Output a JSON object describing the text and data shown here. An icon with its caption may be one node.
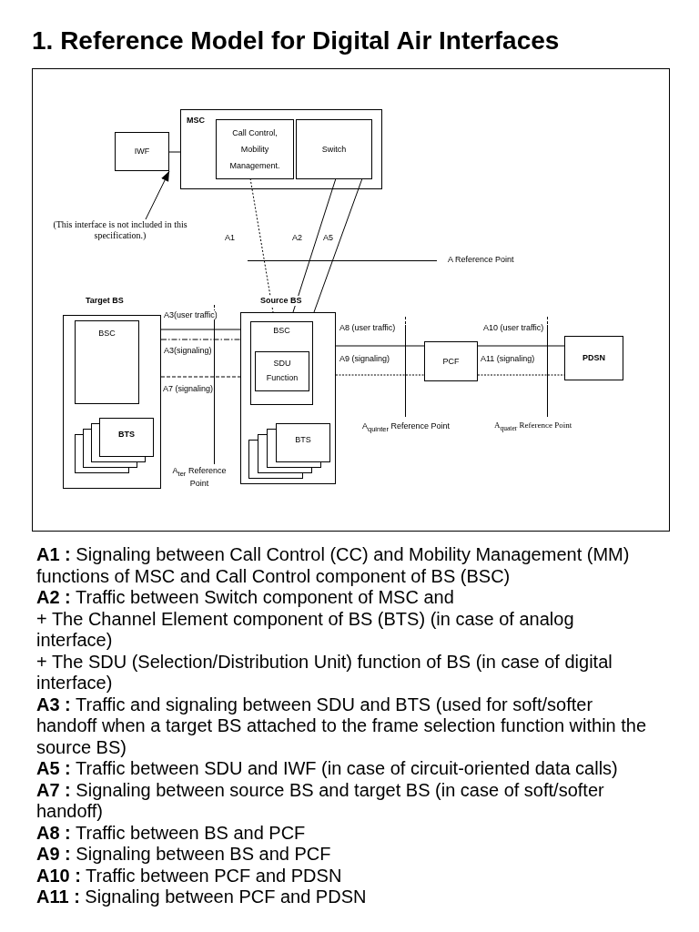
{
  "diagram": {
    "title": "1. Reference Model for Digital Air Interfaces",
    "nodes": [
      {
        "text": [
          "IWF"
        ]
      },
      {
        "text": [
          "MSC"
        ]
      },
      {
        "text": [
          "Call Control, Mobility Management."
        ],
        "in": 1
      },
      {
        "text": [
          "Switch"
        ],
        "in": 1
      },
      {
        "text": [
          "(This interface is not included in this specification.)"
        ]
      },
      {
        "text": [
          "Target BS"
        ]
      },
      {
        "text": [
          "BSC"
        ],
        "in": 5
      },
      {
        "text": [
          "BTS"
        ],
        "in": 5
      },
      {
        "text": [
          "Source BS"
        ]
      },
      {
        "text": [
          "BSC"
        ],
        "in": 8
      },
      {
        "text": [
          "SDU Function"
        ],
        "in": 9
      },
      {
        "text": [
          "BTS"
        ],
        "in": 8
      },
      {
        "text": [
          "PCF"
        ]
      },
      {
        "text": [
          "PDSN"
        ]
      }
    ],
    "edges": [
      {
        "from": 0,
        "to": 1,
        "arrow": "none"
      },
      {
        "from": 4,
        "to": 0,
        "arrow": "to"
      },
      {
        "from": 2,
        "to": 8,
        "arrow": "none",
        "label": "A1",
        "style": "dashed"
      },
      {
        "from": 3,
        "to": 8,
        "arrow": "none",
        "label": "A2"
      },
      {
        "from": 3,
        "to": 8,
        "arrow": "none",
        "label": "A5"
      },
      {
        "from": 5,
        "to": 8,
        "arrow": "none",
        "label": "A3(user traffic)"
      },
      {
        "from": 5,
        "to": 8,
        "arrow": "none",
        "label": "A3(signaling)",
        "style": "dashed"
      },
      {
        "from": 5,
        "to": 8,
        "arrow": "none",
        "label": "A7 (signaling)",
        "style": "dashed"
      },
      {
        "from": 8,
        "to": 12,
        "arrow": "none",
        "label": "A8 (user traffic)"
      },
      {
        "from": 8,
        "to": 12,
        "arrow": "none",
        "label": "A9 (signaling)",
        "style": "dashed"
      },
      {
        "from": 12,
        "to": 13,
        "arrow": "none",
        "label": "A10 (user traffic)"
      },
      {
        "from": 12,
        "to": 13,
        "arrow": "none",
        "label": "A11 (signaling)",
        "style": "dashed"
      }
    ],
    "labels": [
      "A Reference Point",
      "A$_{ter}$ Reference Point",
      "A$_{quinter}$ Reference Point",
      "A$_{quater}$ Reference Point",
      "**A1 :** Signaling between Call Control (CC) and Mobility Management (MM) functions of MSC and Call Control component of BS (BSC)",
      "**A2 :** Traffic between Switch component of MSC and",
      "+ The Channel Element component of BS (BTS) (in case of analog interface)",
      "+ The SDU (Selection/Distribution Unit) function of BS (in case of digital interface)",
      "**A3 :** Traffic and signaling between SDU and BTS (used for soft/softer handoff when a target BS attached to the frame selection function within the source BS)",
      "**A5 :** Traffic between SDU and IWF (in case of circuit-oriented data calls)",
      "**A7 :** Signaling between source BS and target BS (in case of soft/softer handoff)",
      "**A8 :** Traffic between BS and PCF",
      "**A9 :** Signaling between BS and PCF",
      "**A10 :** Traffic between PCF and PDSN",
      "**A11 :** Signaling between PCF and PDSN"
    ]
  }
}
